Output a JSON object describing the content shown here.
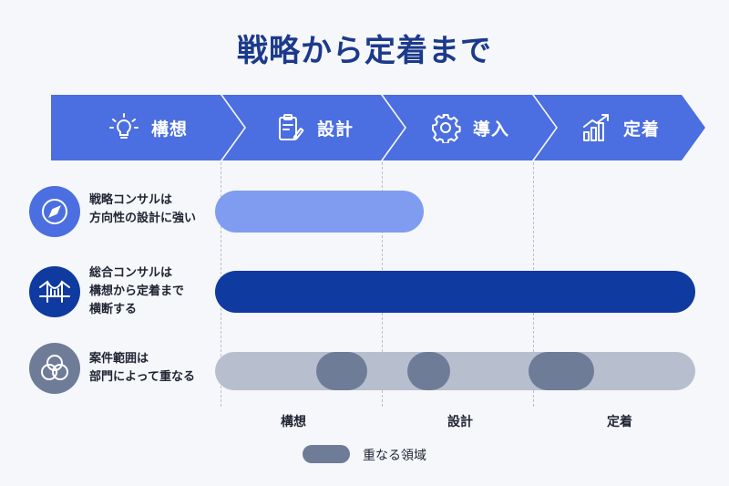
{
  "title": "戦略から定着まで",
  "phases": [
    {
      "label": "構想",
      "icon": "lightbulb-icon"
    },
    {
      "label": "設計",
      "icon": "clipboard-pencil-icon"
    },
    {
      "label": "導入",
      "icon": "gear-icon"
    },
    {
      "label": "定着",
      "icon": "growth-chart-icon"
    }
  ],
  "rows": [
    {
      "lines": [
        "戦略コンサルは",
        "方向性の設計に強い"
      ],
      "icon": "compass-icon",
      "color": "#4b6ee0"
    },
    {
      "lines": [
        "総合コンサルは",
        "構想から定着まで",
        "横断する"
      ],
      "icon": "bridge-icon",
      "color": "#0f3aa0"
    },
    {
      "lines": [
        "案件範囲は",
        "部門によって重なる"
      ],
      "icon": "overlap-circles-icon",
      "color": "#6f7c98"
    }
  ],
  "x_labels": [
    "構想",
    "設計",
    "定着"
  ],
  "legend": {
    "label": "重なる領域"
  },
  "colors": {
    "title": "#1b3a8c",
    "chevron": "#4b6ee0",
    "strategy_bar": "#7f9cf0",
    "general_bar": "#0f3aa0",
    "scope_bar": "#b7bfce",
    "overlap": "#6f7c98"
  }
}
